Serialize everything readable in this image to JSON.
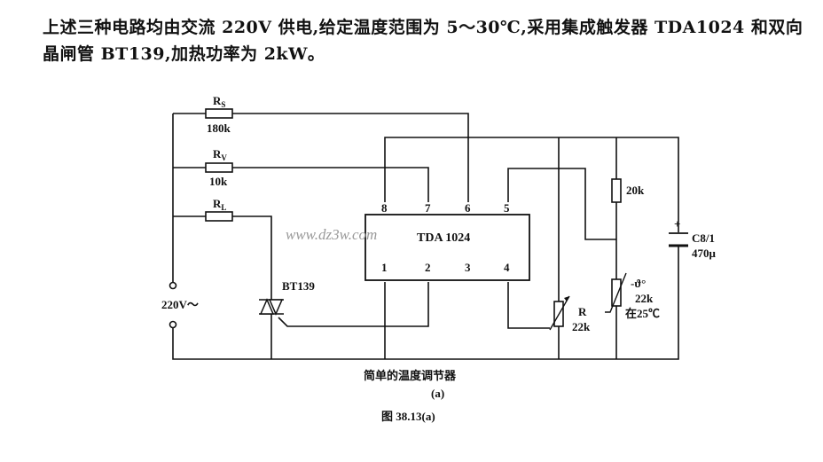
{
  "intro_text": "上述三种电路均由交流 220V 供电,给定温度范围为 5～30℃,采用集成触发器 TDA1024 和双向晶闸管 BT139,加热功率为 2kW。",
  "watermark": "www.dz3w.com",
  "ic": {
    "name": "TDA 1024",
    "pins_top": [
      "8",
      "7",
      "6",
      "5"
    ],
    "pins_bottom": [
      "1",
      "2",
      "3",
      "4"
    ]
  },
  "components": {
    "rs": {
      "name": "R",
      "sub": "S",
      "value": "180k"
    },
    "rv": {
      "name": "R",
      "sub": "V",
      "value": "10k"
    },
    "rl": {
      "name": "R",
      "sub": "L",
      "value": ""
    },
    "supply": "220V～",
    "triac": "BT139",
    "pot": {
      "name": "R",
      "value": "22k"
    },
    "r20k": "20k",
    "cap": {
      "name": "C8/1",
      "value": "470μ",
      "polarity": "+"
    },
    "ntc": {
      "symbol": "-ϑ°",
      "value": "22k",
      "note": "在25℃"
    }
  },
  "captions": {
    "title": "简单的温度调节器",
    "sub": "(a)",
    "figure": "图 38.13(a)"
  }
}
